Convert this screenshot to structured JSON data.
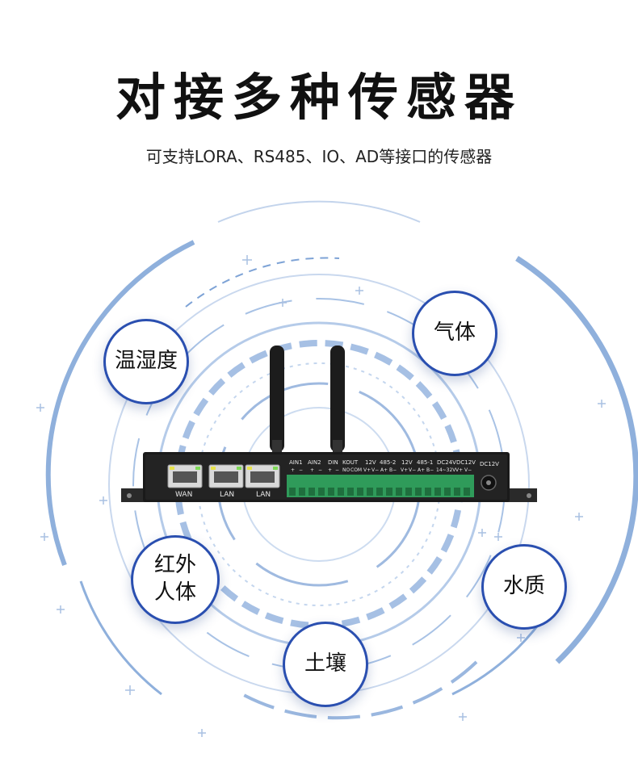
{
  "title": "对接多种传感器",
  "subtitle": "可支持LORA、RS485、IO、AD等接口的传感器",
  "sensors": {
    "temp_humidity": "温湿度",
    "gas": "气体",
    "infrared_line1": "红外",
    "infrared_line2": "人体",
    "water": "水质",
    "soil": "土壤"
  },
  "device": {
    "ports": [
      "WAN",
      "LAN",
      "LAN"
    ],
    "terminal_labels": [
      "AIN1",
      "AIN2",
      "DIN",
      "KOUT",
      "12V",
      "485-2",
      "12V",
      "485-1",
      "DC24V",
      "DC12V"
    ],
    "terminal_sublabels": [
      "+",
      "−",
      "+",
      "−",
      "+",
      "−",
      "NO",
      "COM",
      "V+",
      "V−",
      "A+",
      "B−",
      "V+",
      "V−",
      "A+",
      "B−",
      "14~32V",
      "V+",
      "V−"
    ],
    "power_label": "DC12V"
  },
  "colors": {
    "ring": "#7ea3d6",
    "ring_light": "#b9cde9",
    "bubble_border": "#2a4fb0",
    "terminal": "#2f9b5a"
  }
}
